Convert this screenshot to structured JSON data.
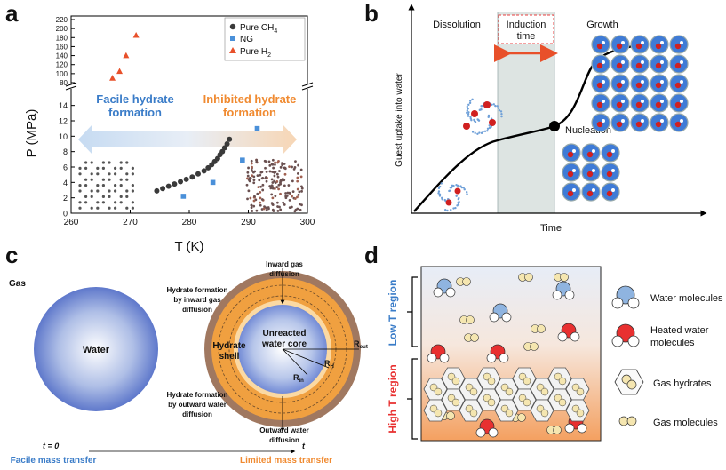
{
  "panel_labels": {
    "a": "a",
    "b": "b",
    "c": "c",
    "d": "d"
  },
  "colors": {
    "pure_ch4": "#3a3a3a",
    "ng": "#4a90d9",
    "pure_h2": "#e8502a",
    "facile_blue": "#3a7cc8",
    "inhibited_orange": "#f08a30",
    "water_blue": "#5a7fd0",
    "hydrate_orange": "#f0a040",
    "shell_brown": "#a07860",
    "heated_red": "#e83030",
    "gas_cream": "#f5e6b0"
  },
  "panel_a": {
    "chart_data": {
      "type": "scatter",
      "xlabel": "T (K)",
      "ylabel": "P (MPa)",
      "xlim": [
        260,
        300
      ],
      "x_ticks": [
        "260",
        "270",
        "280",
        "290",
        "300"
      ],
      "y_ticks_lower": [
        "0",
        "2",
        "4",
        "6",
        "8",
        "10",
        "12",
        "14"
      ],
      "y_ticks_upper": [
        "80",
        "100",
        "120",
        "140",
        "160",
        "180",
        "200",
        "220"
      ],
      "ylim_lower": [
        0,
        15
      ],
      "ylim_upper": [
        80,
        220
      ],
      "legend_position": "top-right",
      "series": [
        {
          "name": "Pure CH4",
          "marker": "circle",
          "points": [
            [
              274.5,
              2.9
            ],
            [
              275.5,
              3.2
            ],
            [
              276.5,
              3.5
            ],
            [
              277.5,
              3.8
            ],
            [
              278.5,
              4.1
            ],
            [
              279.5,
              4.4
            ],
            [
              280.5,
              4.7
            ],
            [
              281.5,
              5.1
            ],
            [
              282.5,
              5.5
            ],
            [
              283.2,
              5.9
            ],
            [
              283.8,
              6.3
            ],
            [
              284.3,
              6.7
            ],
            [
              284.8,
              7.1
            ],
            [
              285.2,
              7.6
            ],
            [
              285.6,
              8.0
            ],
            [
              286.0,
              8.5
            ],
            [
              286.4,
              9.0
            ],
            [
              286.8,
              9.6
            ]
          ]
        },
        {
          "name": "NG",
          "marker": "square",
          "points": [
            [
              279.0,
              2.2
            ],
            [
              284.0,
              4.0
            ],
            [
              289.0,
              6.9
            ],
            [
              291.5,
              11.0
            ]
          ]
        },
        {
          "name": "Pure H2",
          "marker": "triangle",
          "points": [
            [
              267.0,
              90
            ],
            [
              268.2,
              105
            ],
            [
              269.3,
              140
            ],
            [
              271.0,
              185
            ]
          ]
        }
      ]
    },
    "legend": [
      {
        "name_main": "Pure CH",
        "name_sub": "4"
      },
      {
        "name_main": "NG",
        "name_sub": ""
      },
      {
        "name_main": "Pure H",
        "name_sub": "2"
      }
    ],
    "facile_label_line1": "Facile hydrate",
    "facile_label_line2": "formation",
    "inhibited_label_line1": "Inhibited hydrate",
    "inhibited_label_line2": "formation"
  },
  "panel_b": {
    "ylabel": "Guest uptake into water",
    "xlabel": "Time",
    "dissolution": "Dissolution",
    "induction_line1": "Induction",
    "induction_line2": "time",
    "growth": "Growth",
    "nucleation": "Nucleation"
  },
  "panel_c": {
    "gas": "Gas",
    "water": "Water",
    "inward_gas_line1": "Inward gas",
    "inward_gas_line2": "diffusion",
    "formation_gas_line1": "Hydrate formation",
    "formation_gas_line2": "by inward gas",
    "formation_gas_line3": "diffusion",
    "unreacted_line1": "Unreacted",
    "unreacted_line2": "water core",
    "hydrate_shell_line1": "Hydrate",
    "hydrate_shell_line2": "shell",
    "r_out_main": "R",
    "r_out_sub": "out",
    "r_h_main": "R",
    "r_h_sub": "H",
    "r_in_main": "R",
    "r_in_sub": "in",
    "formation_water_line1": "Hydrate formation",
    "formation_water_line2": "by outward water",
    "formation_water_line3": "diffusion",
    "outward_water_line1": "Outward water",
    "outward_water_line2": "diffusion",
    "t0": "t = 0",
    "t": "t",
    "facile_mass": "Facile mass transfer",
    "limited_mass": "Limited mass transfer"
  },
  "panel_d": {
    "low_t_region": "Low T region",
    "high_t_region": "High T region",
    "legend": [
      {
        "icon": "water-molecule",
        "label_line1": "Water molecules",
        "label_line2": ""
      },
      {
        "icon": "heated-water-molecule",
        "label_line1": "Heated water",
        "label_line2": "molecules"
      },
      {
        "icon": "gas-hydrate",
        "label_line1": "Gas hydrates",
        "label_line2": ""
      },
      {
        "icon": "gas-molecule",
        "label_line1": "Gas molecules",
        "label_line2": ""
      }
    ]
  }
}
